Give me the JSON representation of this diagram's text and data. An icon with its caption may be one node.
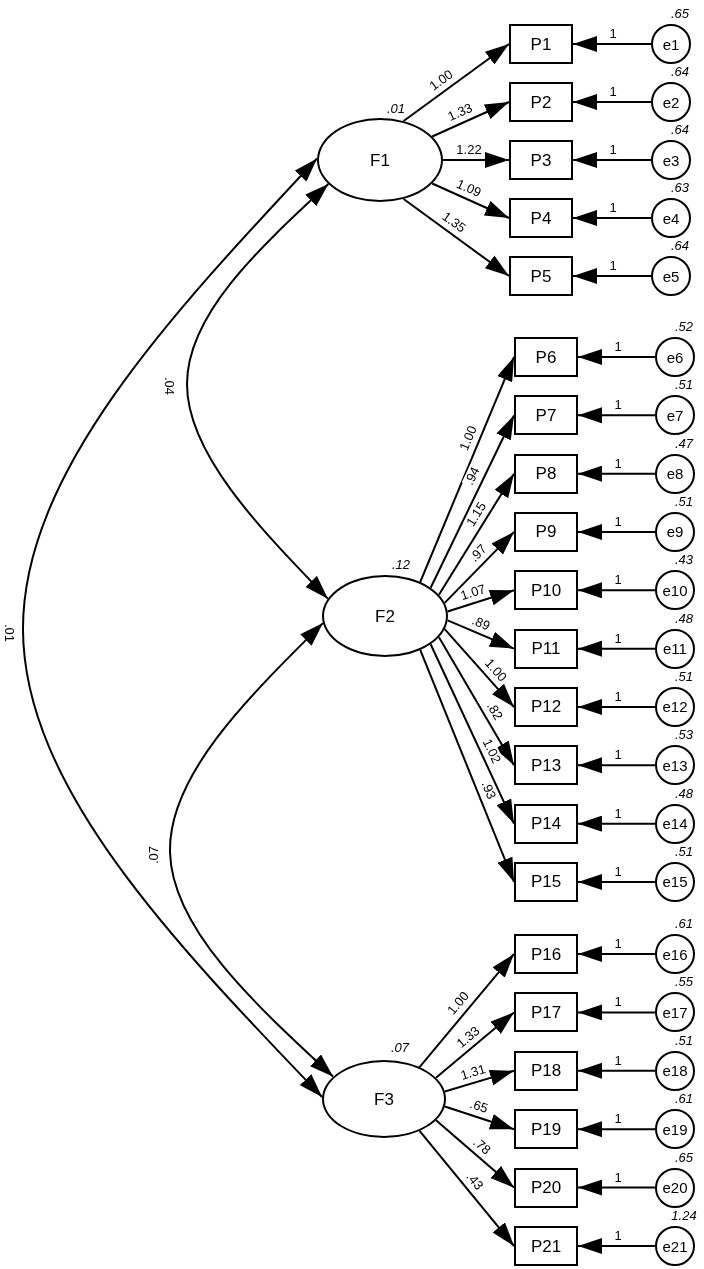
{
  "diagram": {
    "nodes": [
      {
        "text": [
          "F1"
        ],
        "beside": [
          ".01"
        ]
      },
      {
        "text": [
          "F2"
        ],
        "beside": [
          ".12"
        ]
      },
      {
        "text": [
          "F3"
        ],
        "beside": [
          ".07"
        ]
      },
      {
        "text": [
          "P1"
        ]
      },
      {
        "text": [
          "P2"
        ]
      },
      {
        "text": [
          "P3"
        ]
      },
      {
        "text": [
          "P4"
        ]
      },
      {
        "text": [
          "P5"
        ]
      },
      {
        "text": [
          "P6"
        ]
      },
      {
        "text": [
          "P7"
        ]
      },
      {
        "text": [
          "P8"
        ]
      },
      {
        "text": [
          "P9"
        ]
      },
      {
        "text": [
          "P10"
        ]
      },
      {
        "text": [
          "P11"
        ]
      },
      {
        "text": [
          "P12"
        ]
      },
      {
        "text": [
          "P13"
        ]
      },
      {
        "text": [
          "P14"
        ]
      },
      {
        "text": [
          "P15"
        ]
      },
      {
        "text": [
          "P16"
        ]
      },
      {
        "text": [
          "P17"
        ]
      },
      {
        "text": [
          "P18"
        ]
      },
      {
        "text": [
          "P19"
        ]
      },
      {
        "text": [
          "P20"
        ]
      },
      {
        "text": [
          "P21"
        ]
      },
      {
        "text": [
          "e1"
        ],
        "beside": [
          ".65"
        ]
      },
      {
        "text": [
          "e2"
        ],
        "beside": [
          ".64"
        ]
      },
      {
        "text": [
          "e3"
        ],
        "beside": [
          ".64"
        ]
      },
      {
        "text": [
          "e4"
        ],
        "beside": [
          ".63"
        ]
      },
      {
        "text": [
          "e5"
        ],
        "beside": [
          ".64"
        ]
      },
      {
        "text": [
          "e6"
        ],
        "beside": [
          ".52"
        ]
      },
      {
        "text": [
          "e7"
        ],
        "beside": [
          ".51"
        ]
      },
      {
        "text": [
          "e8"
        ],
        "beside": [
          ".47"
        ]
      },
      {
        "text": [
          "e9"
        ],
        "beside": [
          ".51"
        ]
      },
      {
        "text": [
          "e10"
        ],
        "beside": [
          ".43"
        ]
      },
      {
        "text": [
          "e11"
        ],
        "beside": [
          ".48"
        ]
      },
      {
        "text": [
          "e12"
        ],
        "beside": [
          ".51"
        ]
      },
      {
        "text": [
          "e13"
        ],
        "beside": [
          ".53"
        ]
      },
      {
        "text": [
          "e14"
        ],
        "beside": [
          ".48"
        ]
      },
      {
        "text": [
          "e15"
        ],
        "beside": [
          ".51"
        ]
      },
      {
        "text": [
          "e16"
        ],
        "beside": [
          ".61"
        ]
      },
      {
        "text": [
          "e17"
        ],
        "beside": [
          ".55"
        ]
      },
      {
        "text": [
          "e18"
        ],
        "beside": [
          ".51"
        ]
      },
      {
        "text": [
          "e19"
        ],
        "beside": [
          ".61"
        ]
      },
      {
        "text": [
          "e20"
        ],
        "beside": [
          ".65"
        ]
      },
      {
        "text": [
          "e21"
        ],
        "beside": [
          "1.24"
        ]
      }
    ],
    "edges": [
      {
        "from": 0,
        "to": 1,
        "arrow": "both",
        "label": ".04"
      },
      {
        "from": 1,
        "to": 2,
        "arrow": "both",
        "label": ".07"
      },
      {
        "from": 0,
        "to": 2,
        "arrow": "both",
        "label": ".01"
      },
      {
        "from": 0,
        "to": 3,
        "arrow": "to",
        "label": "1.00"
      },
      {
        "from": 0,
        "to": 4,
        "arrow": "to",
        "label": "1.33"
      },
      {
        "from": 0,
        "to": 5,
        "arrow": "to",
        "label": "1.22"
      },
      {
        "from": 0,
        "to": 6,
        "arrow": "to",
        "label": "1.09"
      },
      {
        "from": 0,
        "to": 7,
        "arrow": "to",
        "label": "1.35"
      },
      {
        "from": 1,
        "to": 8,
        "arrow": "to",
        "label": "1.00"
      },
      {
        "from": 1,
        "to": 9,
        "arrow": "to",
        "label": ".94"
      },
      {
        "from": 1,
        "to": 10,
        "arrow": "to",
        "label": "1.15"
      },
      {
        "from": 1,
        "to": 11,
        "arrow": "to",
        "label": ".97"
      },
      {
        "from": 1,
        "to": 12,
        "arrow": "to",
        "label": "1.07"
      },
      {
        "from": 1,
        "to": 13,
        "arrow": "to",
        "label": ".89"
      },
      {
        "from": 1,
        "to": 14,
        "arrow": "to",
        "label": "1.00"
      },
      {
        "from": 1,
        "to": 15,
        "arrow": "to",
        "label": ".82"
      },
      {
        "from": 1,
        "to": 16,
        "arrow": "to",
        "label": "1.02"
      },
      {
        "from": 1,
        "to": 17,
        "arrow": "to",
        "label": ".93"
      },
      {
        "from": 2,
        "to": 18,
        "arrow": "to",
        "label": "1.00"
      },
      {
        "from": 2,
        "to": 19,
        "arrow": "to",
        "label": "1.33"
      },
      {
        "from": 2,
        "to": 20,
        "arrow": "to",
        "label": "1.31"
      },
      {
        "from": 2,
        "to": 21,
        "arrow": "to",
        "label": ".65"
      },
      {
        "from": 2,
        "to": 22,
        "arrow": "to",
        "label": ".78"
      },
      {
        "from": 2,
        "to": 23,
        "arrow": "to",
        "label": ".43"
      },
      {
        "from": 24,
        "to": 3,
        "arrow": "to",
        "label": "1"
      },
      {
        "from": 25,
        "to": 4,
        "arrow": "to",
        "label": "1"
      },
      {
        "from": 26,
        "to": 5,
        "arrow": "to",
        "label": "1"
      },
      {
        "from": 27,
        "to": 6,
        "arrow": "to",
        "label": "1"
      },
      {
        "from": 28,
        "to": 7,
        "arrow": "to",
        "label": "1"
      },
      {
        "from": 29,
        "to": 8,
        "arrow": "to",
        "label": "1"
      },
      {
        "from": 30,
        "to": 9,
        "arrow": "to",
        "label": "1"
      },
      {
        "from": 31,
        "to": 10,
        "arrow": "to",
        "label": "1"
      },
      {
        "from": 32,
        "to": 11,
        "arrow": "to",
        "label": "1"
      },
      {
        "from": 33,
        "to": 12,
        "arrow": "to",
        "label": "1"
      },
      {
        "from": 34,
        "to": 13,
        "arrow": "to",
        "label": "1"
      },
      {
        "from": 35,
        "to": 14,
        "arrow": "to",
        "label": "1"
      },
      {
        "from": 36,
        "to": 15,
        "arrow": "to",
        "label": "1"
      },
      {
        "from": 37,
        "to": 16,
        "arrow": "to",
        "label": "1"
      },
      {
        "from": 38,
        "to": 17,
        "arrow": "to",
        "label": "1"
      },
      {
        "from": 39,
        "to": 18,
        "arrow": "to",
        "label": "1"
      },
      {
        "from": 40,
        "to": 19,
        "arrow": "to",
        "label": "1"
      },
      {
        "from": 41,
        "to": 20,
        "arrow": "to",
        "label": "1"
      },
      {
        "from": 42,
        "to": 21,
        "arrow": "to",
        "label": "1"
      },
      {
        "from": 43,
        "to": 22,
        "arrow": "to",
        "label": "1"
      },
      {
        "from": 44,
        "to": 23,
        "arrow": "to",
        "label": "1"
      }
    ]
  }
}
